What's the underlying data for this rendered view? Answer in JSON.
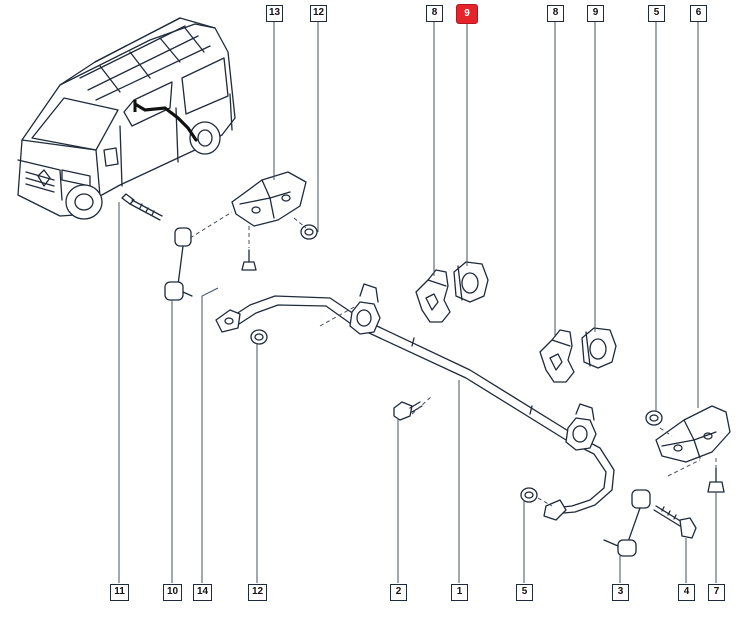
{
  "diagram": {
    "highlighted_part": "9",
    "colors": {
      "highlight": "#e4232b",
      "line": "#1f2a3a",
      "leader": "#44505e"
    },
    "callouts_top": [
      {
        "id": "c13-top",
        "label": "13"
      },
      {
        "id": "c12-top",
        "label": "12"
      },
      {
        "id": "c8-left",
        "label": "8"
      },
      {
        "id": "c9-left",
        "label": "9"
      },
      {
        "id": "c8-right",
        "label": "8"
      },
      {
        "id": "c9-right",
        "label": "9"
      },
      {
        "id": "c5-top",
        "label": "5"
      },
      {
        "id": "c6-top",
        "label": "6"
      }
    ],
    "callouts_bottom": [
      {
        "id": "c11",
        "label": "11"
      },
      {
        "id": "c10",
        "label": "10"
      },
      {
        "id": "c14",
        "label": "14"
      },
      {
        "id": "c12-bottom",
        "label": "12"
      },
      {
        "id": "c2",
        "label": "2"
      },
      {
        "id": "c1",
        "label": "1"
      },
      {
        "id": "c5-bottom",
        "label": "5"
      },
      {
        "id": "c3",
        "label": "3"
      },
      {
        "id": "c4",
        "label": "4"
      },
      {
        "id": "c7",
        "label": "7"
      }
    ]
  }
}
